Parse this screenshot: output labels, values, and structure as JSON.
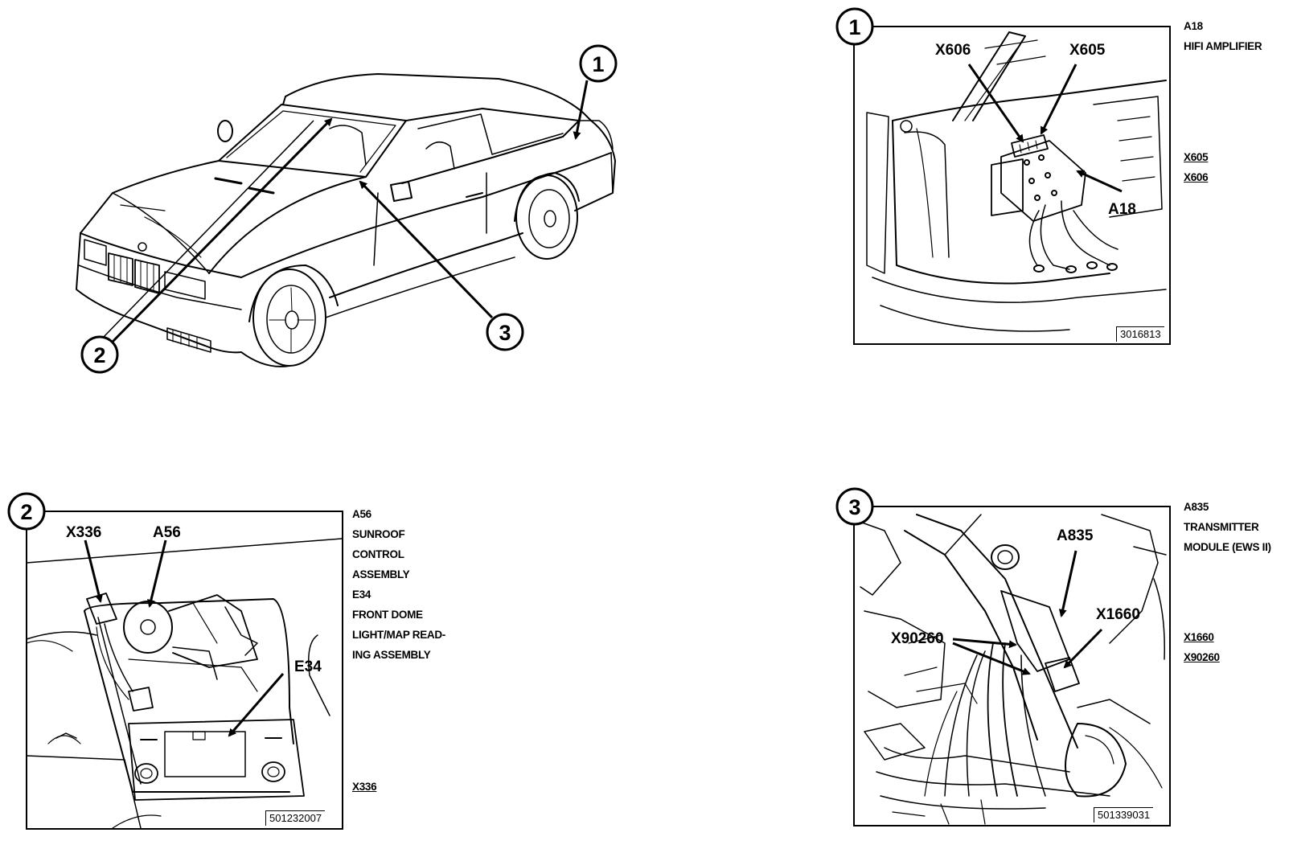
{
  "overview": {
    "callouts": [
      "1",
      "2",
      "3"
    ]
  },
  "panel1": {
    "number": "1",
    "labels": {
      "x606": "X606",
      "x605": "X605",
      "a18": "A18"
    },
    "side_text": [
      "A18",
      "HIFI AMPLIFIER"
    ],
    "connectors": [
      "X605",
      "X606"
    ],
    "figure_id": "3016813"
  },
  "panel2": {
    "number": "2",
    "labels": {
      "x336": "X336",
      "a56": "A56",
      "e34": "E34"
    },
    "side_text": [
      "A56",
      "SUNROOF",
      "CONTROL",
      "ASSEMBLY",
      "E34",
      "FRONT DOME",
      "LIGHT/MAP READ-",
      "ING ASSEMBLY"
    ],
    "connectors": [
      "X336"
    ],
    "figure_id": "501232007"
  },
  "panel3": {
    "number": "3",
    "labels": {
      "a835": "A835",
      "x1660": "X1660",
      "x90260": "X90260"
    },
    "side_text": [
      "A835",
      "TRANSMITTER",
      "MODULE (EWS II)"
    ],
    "connectors": [
      "X1660",
      "X90260"
    ],
    "figure_id": "501339031"
  }
}
